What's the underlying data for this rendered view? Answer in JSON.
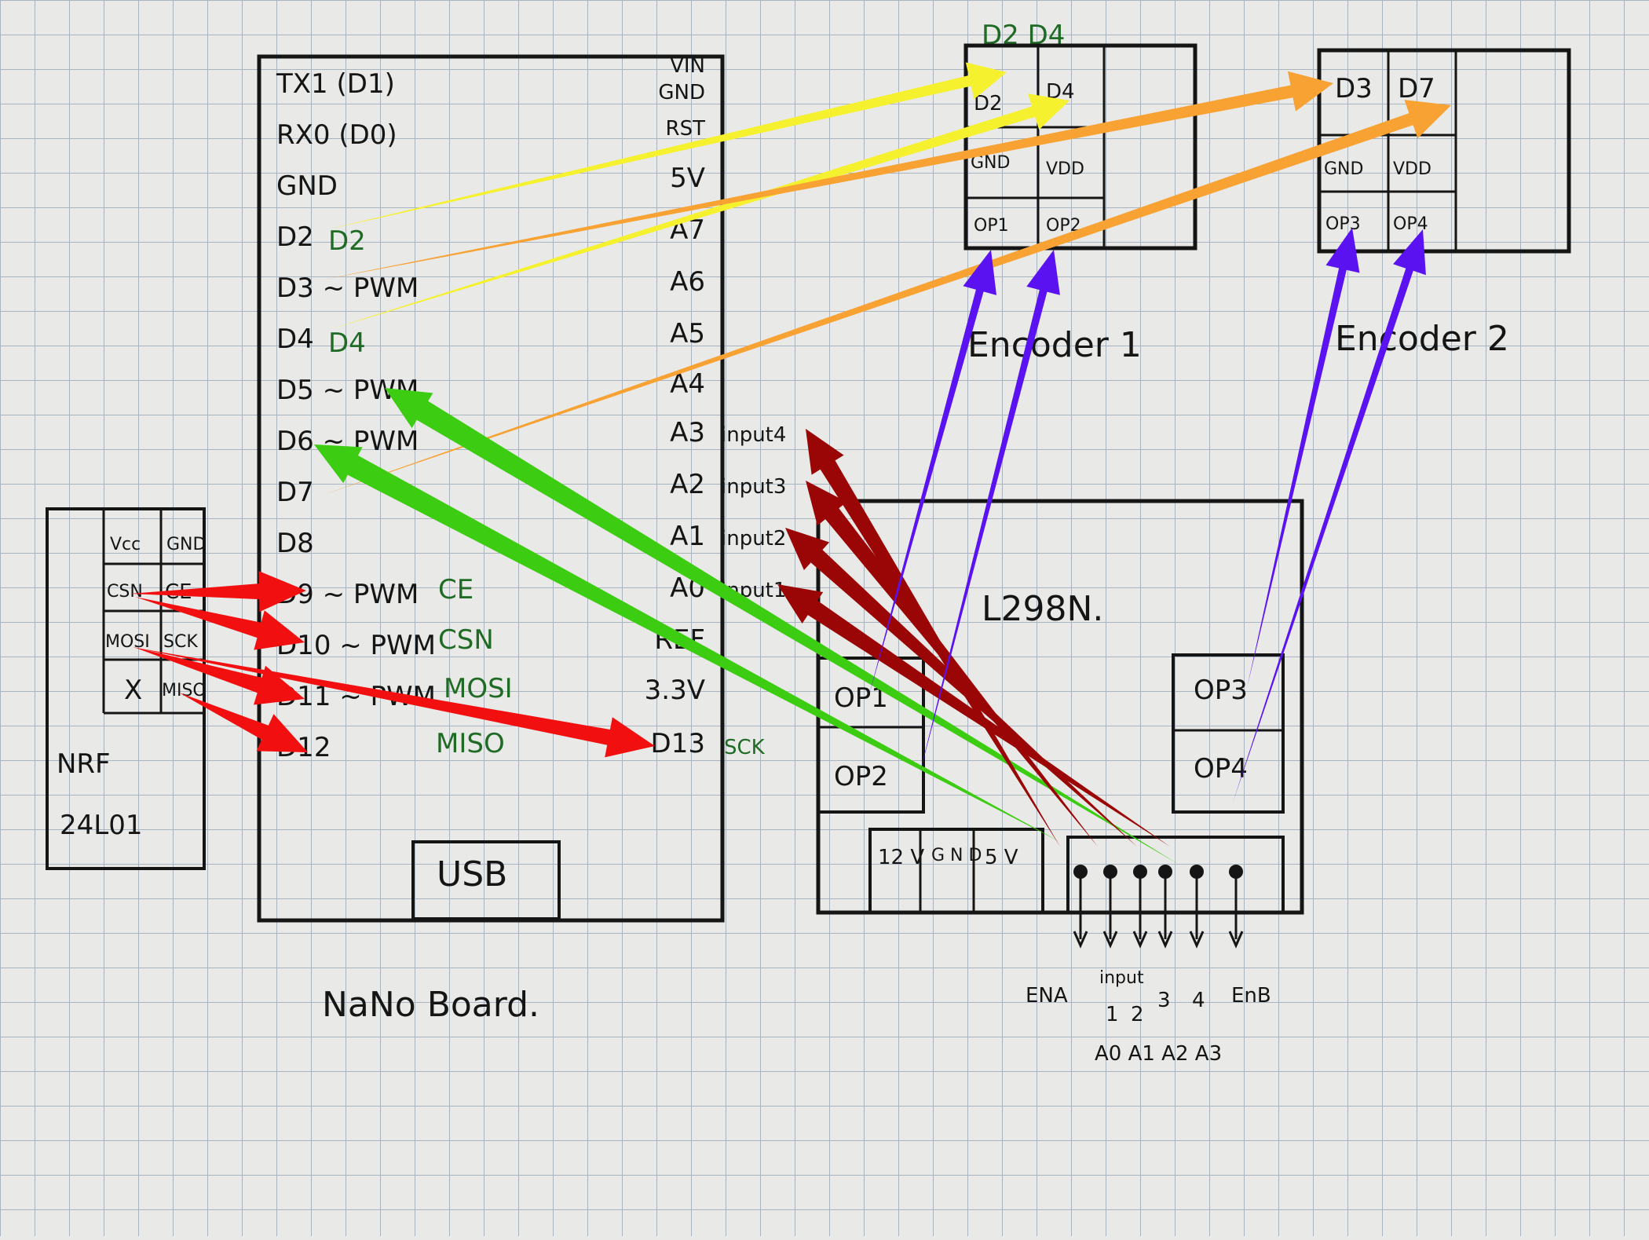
{
  "nano": {
    "left_pins": [
      "TX1 (D1)",
      "RX0 (D0)",
      "GND",
      "D2",
      "D3 ~ PWM",
      "D4",
      "D5 ~ PWM",
      "D6 ~ PWM",
      "D7",
      "D8",
      "D9 ~ PWM",
      "D10 ~ PWM",
      "D11 ~ PWM",
      "D12"
    ],
    "left_notes": {
      "d2": "D2",
      "d4": "D4",
      "d9": "CE",
      "d10": "CSN",
      "d11": "MOSI",
      "d12": "MISO"
    },
    "right_pins": [
      "VIN",
      "GND",
      "RST",
      "5V",
      "A7",
      "A6",
      "A5",
      "A4",
      "A3",
      "A2",
      "A1",
      "A0",
      "REF",
      "3.3V",
      "D13"
    ],
    "right_notes": {
      "a3": "input4",
      "a2": "input3",
      "a1": "input2",
      "a0": "input1",
      "d13": "SCK"
    },
    "usb": "USB",
    "name": "NaNo Board."
  },
  "nrf": {
    "pins": [
      "Vcc",
      "GND",
      "CSN",
      "CE",
      "MOSI",
      "SCK",
      "X",
      "MISO"
    ],
    "name_line1": "NRF",
    "name_line2": "24L01"
  },
  "encoder1": {
    "top_header": "D2   D4",
    "cells": [
      "D2",
      "D4",
      "GND",
      "VDD",
      "OP1",
      "OP2"
    ],
    "name": "Encoder 1"
  },
  "encoder2": {
    "cells": [
      "D3",
      "D7",
      "GND",
      "VDD",
      "OP3",
      "OP4"
    ],
    "name": "Encoder 2"
  },
  "l298n": {
    "name": "L298N.",
    "op_left": [
      "OP1",
      "OP2"
    ],
    "op_right": [
      "OP3",
      "OP4"
    ],
    "power": [
      "12 V",
      "G N D",
      "5 V"
    ],
    "bottom_row1": [
      "ENA",
      "input",
      "3",
      "4",
      "EnB"
    ],
    "bottom_row2": [
      "1",
      "2"
    ],
    "bottom_row3": "A0 A1 A2 A3"
  },
  "colors": {
    "yellow": "#f6f12e",
    "orange": "#f7a233",
    "green": "#3ccc12",
    "darkred": "#9a0606",
    "red": "#f20f0f",
    "blue": "#5a12f0",
    "ink": "#151515",
    "annotation_green": "#1f6b25",
    "paper": "#e9e9e7",
    "grid": "#a9b4bf"
  }
}
